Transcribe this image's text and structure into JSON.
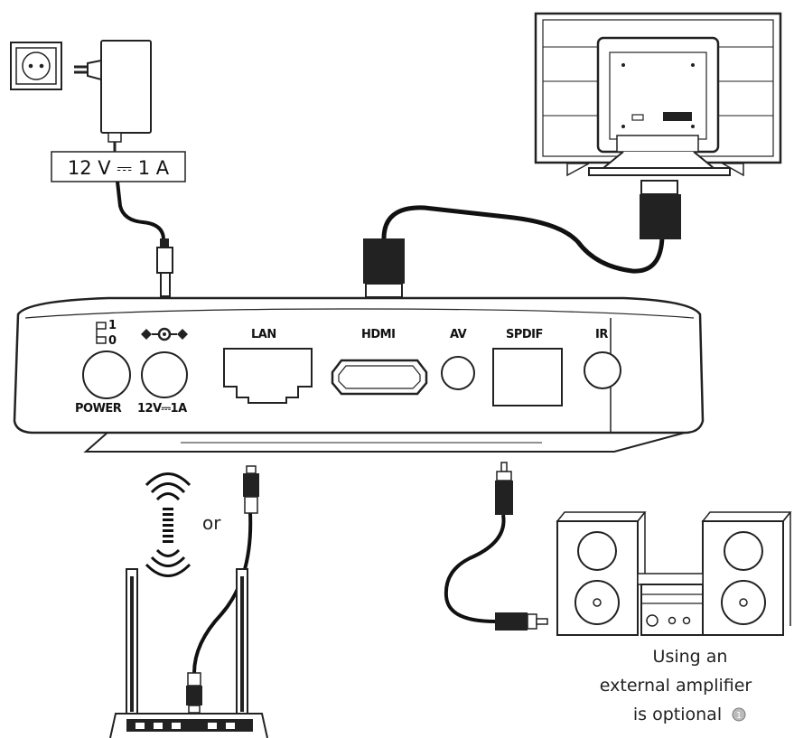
{
  "adapter": {
    "rating": "12 V ⎓ 1 A"
  },
  "box": {
    "power_switch_on": "1",
    "power_switch_off": "0",
    "ports": {
      "power": "POWER",
      "dc_in": "12V⎓1A",
      "lan": "LAN",
      "hdmi": "HDMI",
      "av": "AV",
      "spdif": "SPDIF",
      "ir": "IR"
    }
  },
  "network": {
    "or_label": "or"
  },
  "amplifier_note": {
    "line1": "Using an",
    "line2": "external amplifier",
    "line3": "is optional",
    "footnote": "1"
  },
  "icons": [
    "wall-socket-icon",
    "power-adapter-icon",
    "tv-icon",
    "hdmi-plug-icon",
    "dc-plug-icon",
    "wifi-signal-icon",
    "router-icon",
    "ethernet-plug-icon",
    "rca-plug-icon",
    "stereo-system-icon"
  ]
}
